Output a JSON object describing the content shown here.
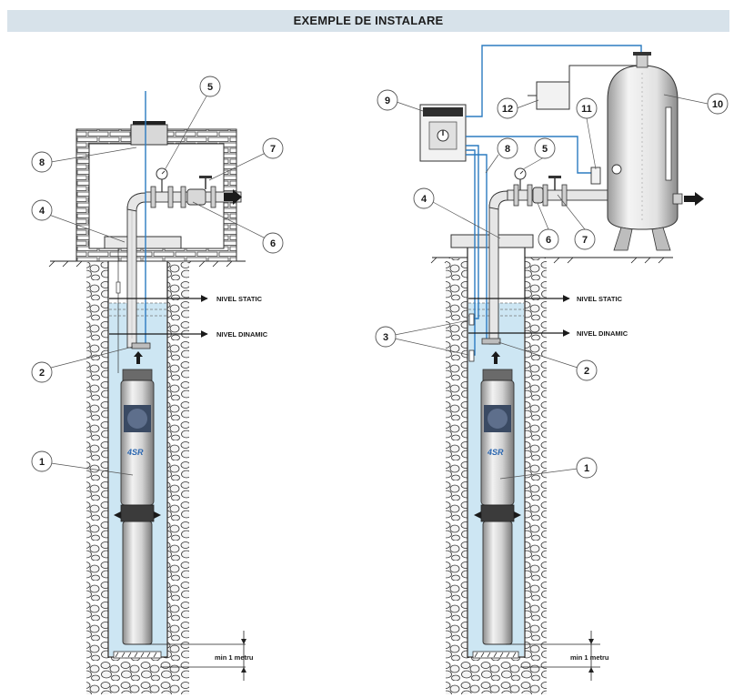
{
  "header": {
    "title": "EXEMPLE DE INSTALARE"
  },
  "labels": {
    "nivel_static": "NIVEL STATIC",
    "nivel_dinamic": "NIVEL DINAMIC",
    "min_depth": "min 1 metru",
    "pump_model": "4SR"
  },
  "callouts": {
    "c1": "1",
    "c2": "2",
    "c3": "3",
    "c4": "4",
    "c5": "5",
    "c6": "6",
    "c7": "7",
    "c8": "8",
    "c9": "9",
    "c10": "10",
    "c11": "11",
    "c12": "12"
  },
  "colors": {
    "water": "#cde6f3",
    "wire": "#2b7bc0",
    "header_bg": "#d7e2ea"
  }
}
